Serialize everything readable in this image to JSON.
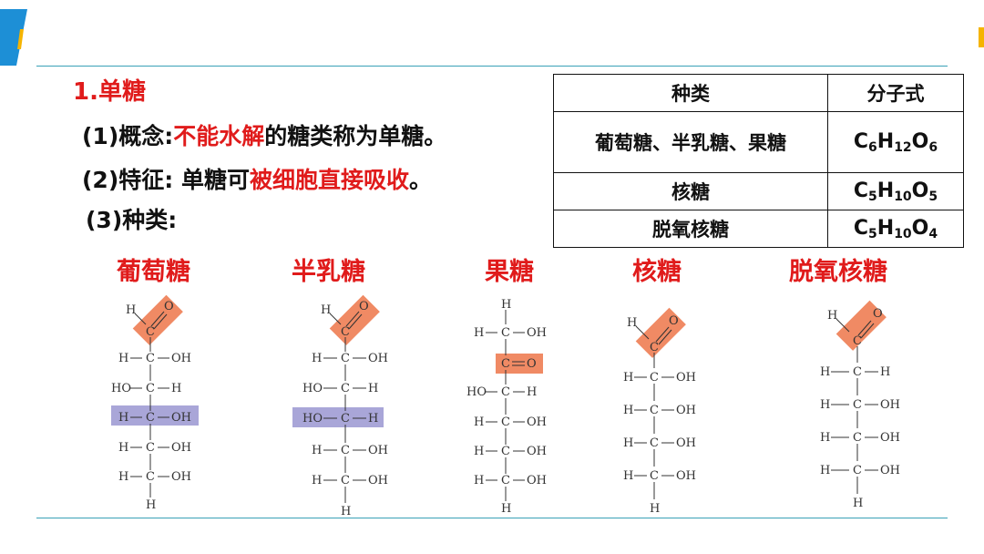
{
  "section_title": "1.单糖",
  "concept": {
    "label": "(1)概念:",
    "highlight": "不能水解",
    "rest": "的糖类称为单糖。"
  },
  "feature": {
    "label": "(2)特征:",
    "plain": "单糖可",
    "highlight": "被细胞直接吸收",
    "end": "。"
  },
  "kinds_label": "(3)种类:",
  "table": {
    "headers": [
      "种类",
      "分子式"
    ],
    "rows": [
      {
        "kind": "葡萄糖、半乳糖、果糖",
        "formula": {
          "a": "C",
          "a_sub": "6",
          "b": "H",
          "b_sub": "12",
          "c": "O",
          "c_sub": "6"
        }
      },
      {
        "kind": "核糖",
        "formula": {
          "a": "C",
          "a_sub": "5",
          "b": "H",
          "b_sub": "10",
          "c": "O",
          "c_sub": "5"
        }
      },
      {
        "kind": "脱氧核糖",
        "formula": {
          "a": "C",
          "a_sub": "5",
          "b": "H",
          "b_sub": "10",
          "c": "O",
          "c_sub": "4"
        }
      }
    ]
  },
  "sugars": [
    {
      "name": "葡萄糖"
    },
    {
      "name": "半乳糖"
    },
    {
      "name": "果糖"
    },
    {
      "name": "核糖"
    },
    {
      "name": "脱氧核糖"
    }
  ],
  "colors": {
    "accent_red": "#e01b1b",
    "highlight_orange": "#f08a64",
    "highlight_purple": "#a9a6d8",
    "rule_teal": "#3aa1b7",
    "corner_blue": "#1d8fd6",
    "corner_yellow": "#f5b400"
  }
}
